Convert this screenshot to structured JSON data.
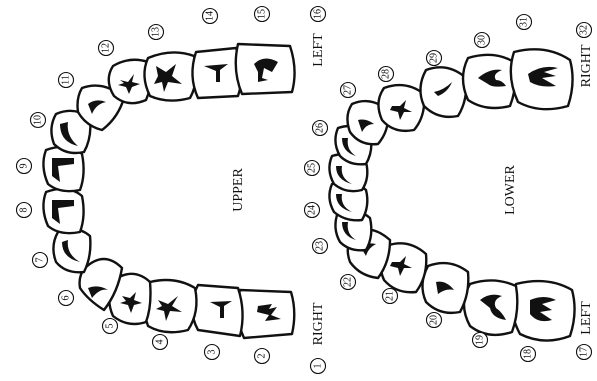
{
  "labels": {
    "upper": "UPPER",
    "lower": "LOWER",
    "upper_right": "RIGHT",
    "upper_left": "LEFT",
    "lower_right": "RIGHT",
    "lower_left": "LEFT"
  },
  "teeth": {
    "upper": [
      "1",
      "2",
      "3",
      "4",
      "5",
      "6",
      "7",
      "8",
      "9",
      "10",
      "11",
      "12",
      "13",
      "14",
      "15",
      "16"
    ],
    "lower": [
      "17",
      "18",
      "19",
      "20",
      "21",
      "22",
      "23",
      "24",
      "25",
      "26",
      "27",
      "28",
      "29",
      "30",
      "31",
      "32"
    ]
  },
  "colors": {
    "stroke": "#111111",
    "background": "#ffffff"
  }
}
